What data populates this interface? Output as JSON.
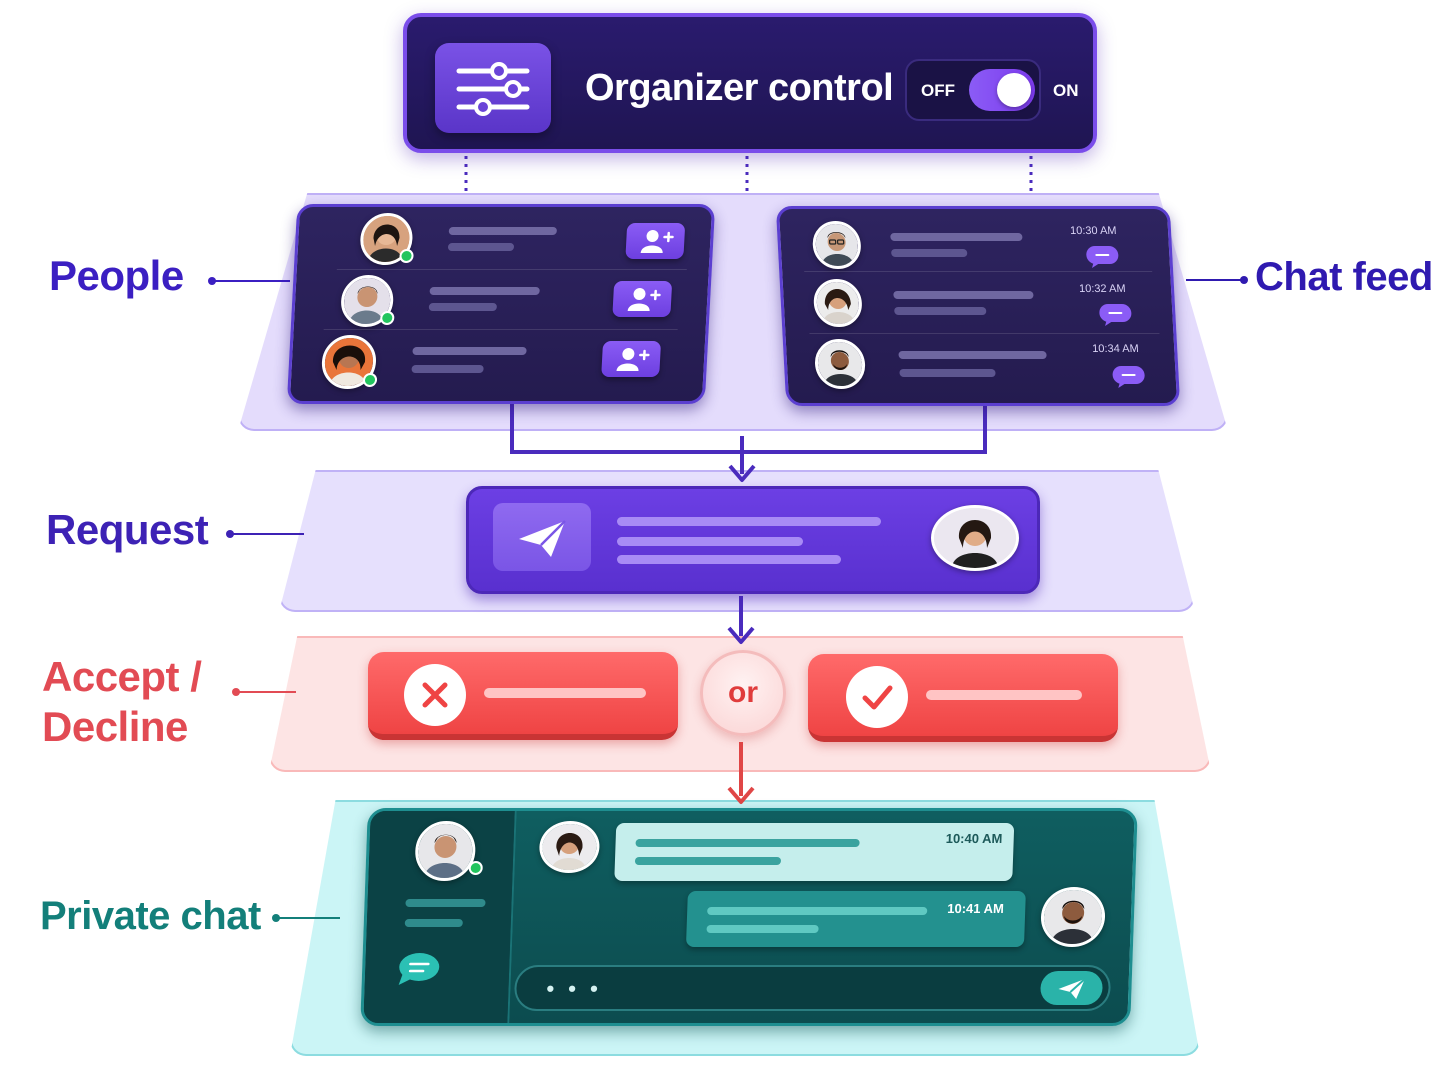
{
  "organizer": {
    "title": "Organizer control",
    "toggle_off_label": "OFF",
    "toggle_on_label": "ON",
    "toggle_state": "on",
    "icon": "sliders-icon"
  },
  "labels": {
    "people": "People",
    "chat_feed": "Chat feed",
    "request": "Request",
    "accept_decline": "Accept / Decline",
    "private_chat": "Private chat"
  },
  "people_list": {
    "rows": [
      {
        "avatar": "avatar-woman-1",
        "online": true,
        "action_icon": "add-user-icon"
      },
      {
        "avatar": "avatar-man-1",
        "online": true,
        "action_icon": "add-user-icon"
      },
      {
        "avatar": "avatar-woman-2",
        "online": true,
        "action_icon": "add-user-icon"
      }
    ]
  },
  "chat_feed": {
    "items": [
      {
        "avatar": "avatar-man-glasses",
        "time": "10:30 AM",
        "icon": "chat-bubble-icon"
      },
      {
        "avatar": "avatar-woman-3",
        "time": "10:32 AM",
        "icon": "chat-bubble-icon"
      },
      {
        "avatar": "avatar-man-2",
        "time": "10:34 AM",
        "icon": "chat-bubble-icon"
      }
    ]
  },
  "request": {
    "icon": "send-icon",
    "avatar": "avatar-woman-4"
  },
  "accept_decline": {
    "decline_icon": "close-icon",
    "accept_icon": "check-icon",
    "separator": "or"
  },
  "private_chat": {
    "messages": [
      {
        "direction": "incoming",
        "time": "10:40 AM"
      },
      {
        "direction": "outgoing",
        "time": "10:41 AM"
      }
    ],
    "input_placeholder": "• • •",
    "send_icon": "send-icon",
    "sidebar_icon": "chat-bubble-icon"
  },
  "colors": {
    "purple_dark": "#241b4f",
    "purple_accent": "#7a4dea",
    "red": "#ef4444",
    "teal": "#0f5e60",
    "online": "#22c55e"
  }
}
